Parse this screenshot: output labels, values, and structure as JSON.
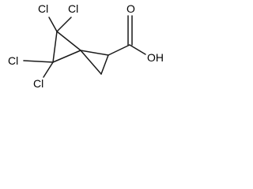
{
  "molecule": {
    "atoms": {
      "cl_top_left": "Cl",
      "cl_top_right": "Cl",
      "cl_mid_left": "Cl",
      "cl_bottom": "Cl",
      "carbonyl_oxygen": "O",
      "hydroxyl": "OH"
    },
    "colors": {
      "bond": "#1a1a1a",
      "label": "#000000",
      "background": "#ffffff"
    }
  }
}
